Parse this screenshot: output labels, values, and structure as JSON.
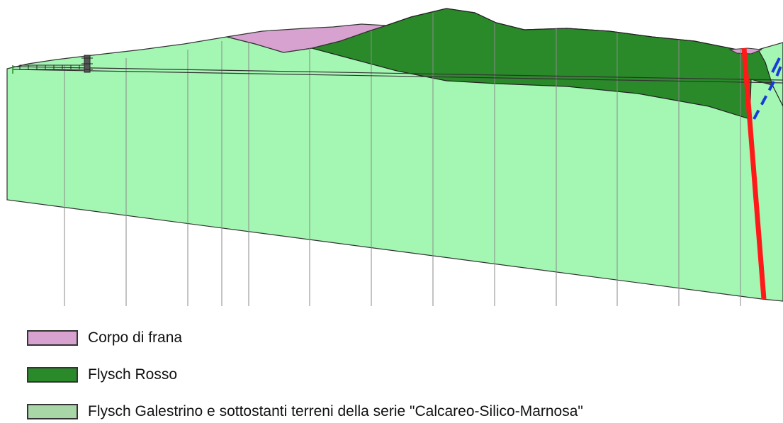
{
  "legend": {
    "items": [
      {
        "label": "Corpo di frana",
        "color": "#d7a2cf"
      },
      {
        "label": "Flysch Rosso",
        "color": "#2a8a2a"
      },
      {
        "label": "Flysch Galestrino e sottostanti terreni della serie \"Calcareo-Silico-Marnosa\"",
        "color": "#a8d6a6"
      }
    ]
  },
  "colors": {
    "galestrino_fill": "#a4f7b3",
    "flysch_rosso_fill": "#2a8a2a",
    "frana_fill": "#d7a2cf",
    "fault": "#ff1a1a",
    "dashed_contact": "#1a3bd8",
    "outline": "#333333"
  }
}
